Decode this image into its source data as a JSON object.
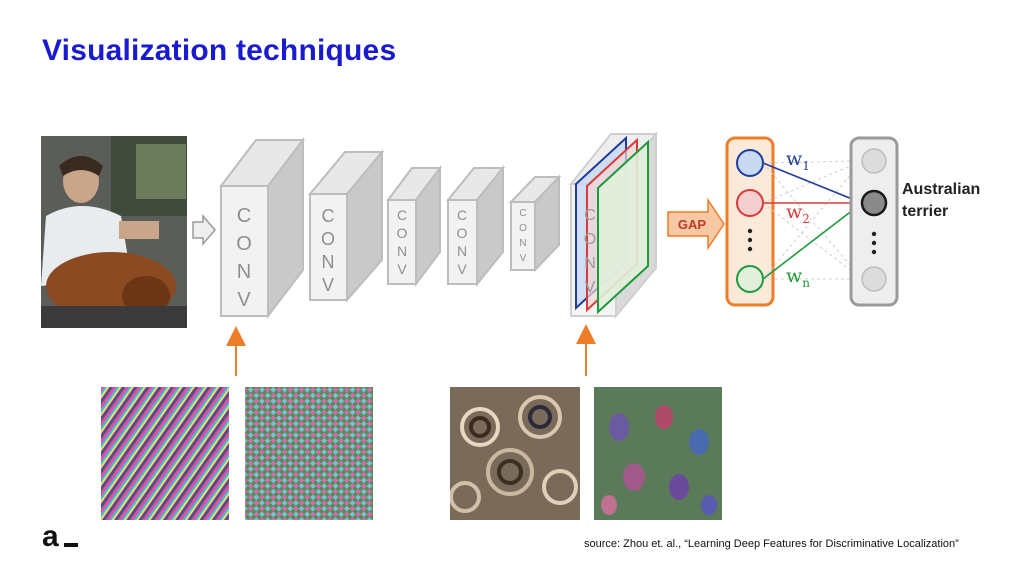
{
  "slide": {
    "title": "Visualization techniques",
    "source": "source: Zhou et. al., “Learning Deep Features for Discriminative Localization”",
    "logo_letter": "a"
  },
  "network": {
    "conv_layers": [
      {
        "letters": [
          "C",
          "O",
          "N",
          "V"
        ]
      },
      {
        "letters": [
          "C",
          "O",
          "N",
          "V"
        ]
      },
      {
        "letters": [
          "C",
          "O",
          "N",
          "V"
        ]
      },
      {
        "letters": [
          "C",
          "O",
          "N",
          "V"
        ]
      },
      {
        "letters": [
          "C",
          "O",
          "N",
          "V"
        ]
      },
      {
        "letters": [
          "C",
          "O",
          "N",
          "V"
        ]
      }
    ],
    "gap_label": "GAP",
    "weights": [
      "w",
      "w",
      "w"
    ],
    "weight_subscripts": [
      "1",
      "2",
      "n"
    ],
    "output_label_line1": "Australian",
    "output_label_line2": "terrier"
  },
  "colors": {
    "title": "#1a1acf",
    "arrow_orange": "#ee7d2a",
    "blue": "#1f3c9e",
    "red": "#d93b3b",
    "green": "#1e9a3a"
  },
  "icons": [
    "photo-input",
    "arrow-right-icon",
    "arrow-up-icon",
    "neuron-icon"
  ]
}
